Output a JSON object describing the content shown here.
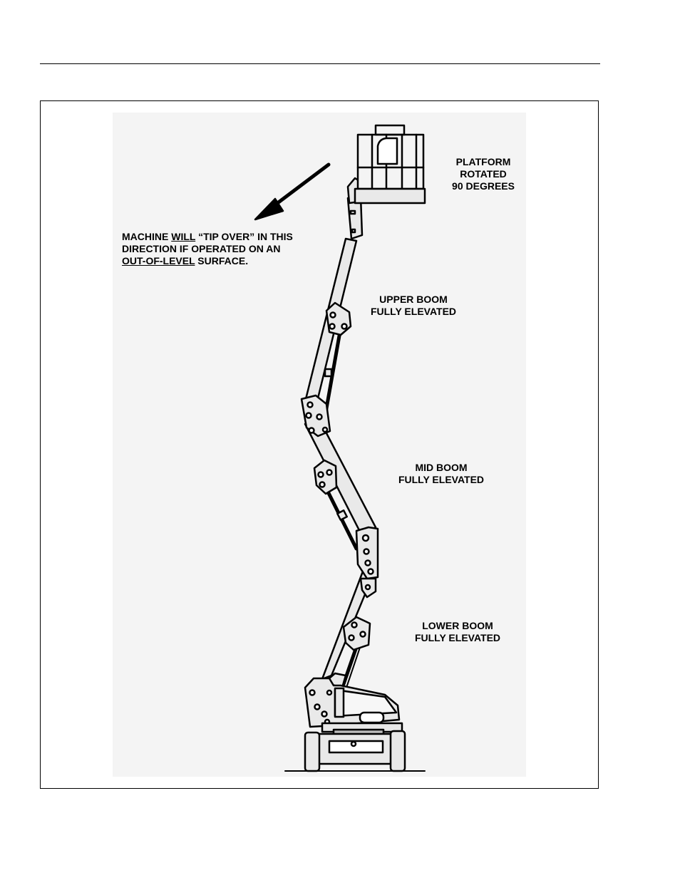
{
  "labels": {
    "platform": [
      "PLATFORM",
      "ROTATED",
      "90 DEGREES"
    ],
    "upper_boom": [
      "UPPER BOOM",
      "FULLY ELEVATED"
    ],
    "mid_boom": [
      "MID BOOM",
      "FULLY ELEVATED"
    ],
    "lower_boom": [
      "LOWER BOOM",
      "FULLY ELEVATED"
    ],
    "warning": {
      "l1_a": "MACHINE ",
      "l1_b": "WILL",
      "l1_c": " “TIP OVER” IN THIS",
      "l2": "DIRECTION IF  OPERATED ON AN",
      "l3_a": "OUT-OF-LEVEL",
      "l3_b": " SURFACE."
    }
  },
  "colors": {
    "ink": "#000000",
    "figure_bg": "#f4f4f4",
    "part_fill": "#e9e9e9"
  },
  "icons": {
    "arrow": "tip-direction-arrow-icon"
  }
}
